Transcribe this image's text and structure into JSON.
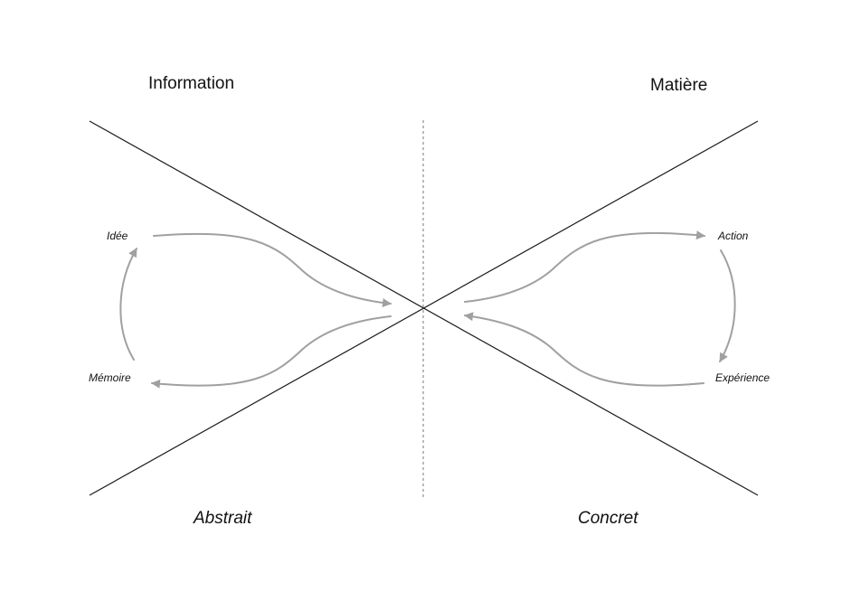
{
  "colors": {
    "background": "#ffffff",
    "axis_lines": "#1a1a1a",
    "divider": "#777777",
    "flow_arrows": "#a0a0a0",
    "text": "#111111"
  },
  "headings": {
    "left": "Information",
    "right": "Matière"
  },
  "footers": {
    "left": "Abstrait",
    "right": "Concret"
  },
  "nodes": {
    "idee": "Idée",
    "memoire": "Mémoire",
    "action": "Action",
    "experience": "Expérience"
  }
}
